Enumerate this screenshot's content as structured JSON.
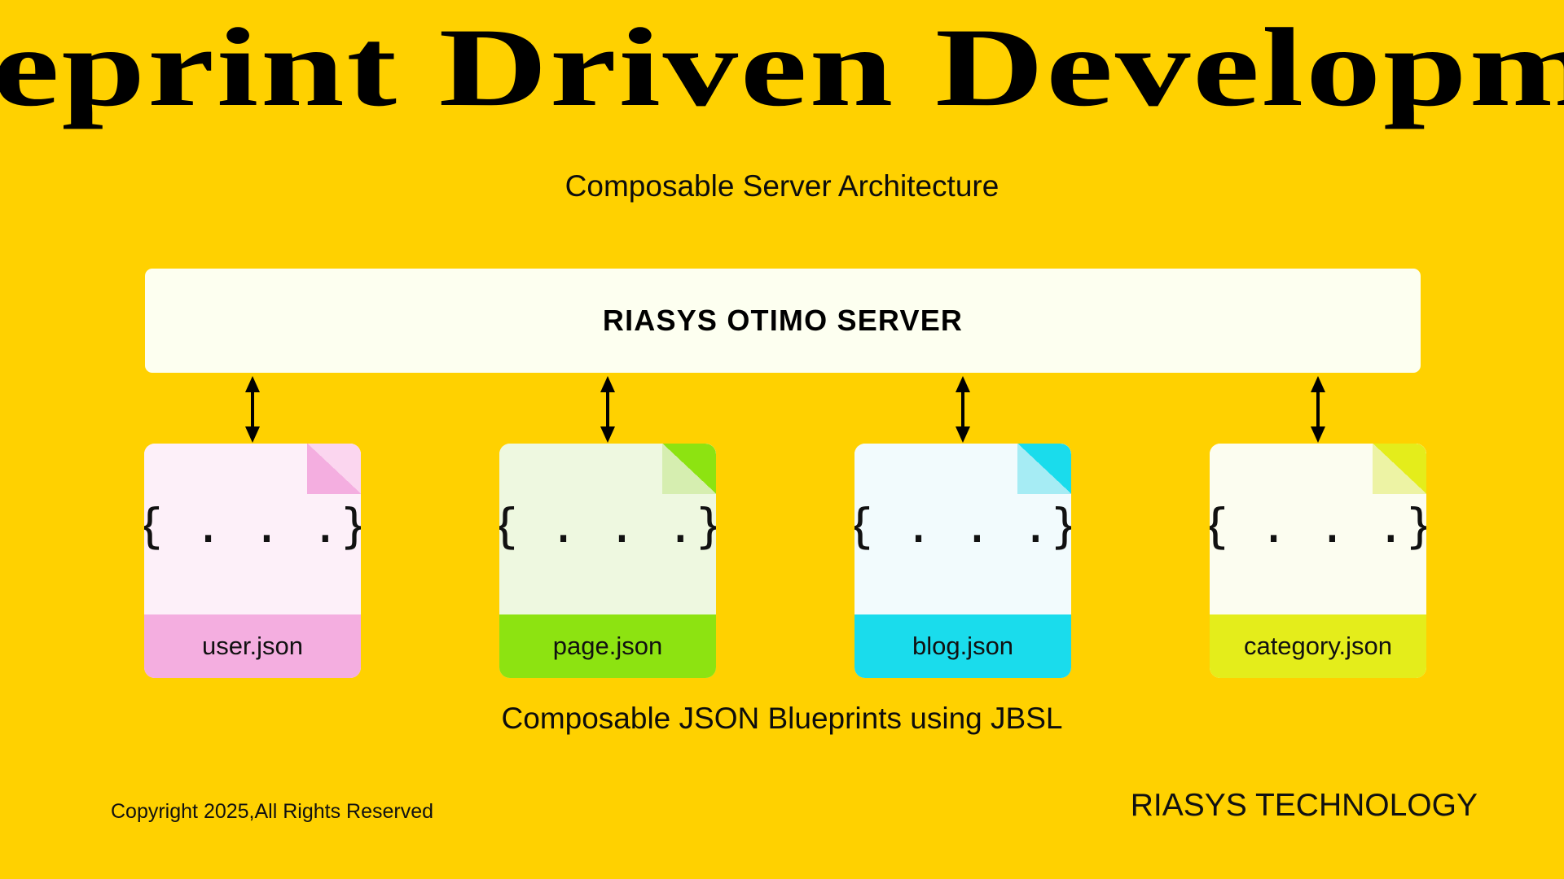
{
  "theme": {
    "background": "#FFD100",
    "banner_bg": "#FDFFF0",
    "text": "#000000"
  },
  "header": {
    "title": "Blueprint  Driven  Development",
    "subtitle": "Composable Server Architecture"
  },
  "server": {
    "label": "RIASYS OTIMO SERVER"
  },
  "connectors": [
    {
      "name": "connector-user",
      "icon": "double-arrow-vertical-icon"
    },
    {
      "name": "connector-page",
      "icon": "double-arrow-vertical-icon"
    },
    {
      "name": "connector-blog",
      "icon": "double-arrow-vertical-icon"
    },
    {
      "name": "connector-category",
      "icon": "double-arrow-vertical-icon"
    }
  ],
  "cards": [
    {
      "filename": "user.json",
      "preview": "{ . . .}",
      "body_color": "#FDF0F9",
      "footer_color": "#F4AEE0",
      "fold_top_color": "#F4AEE0",
      "fold_bottom_color": "#FBD6EF",
      "icon": "json-file-icon"
    },
    {
      "filename": "page.json",
      "preview": "{ . . .}",
      "body_color": "#EEF8E0",
      "footer_color": "#8DE311",
      "fold_top_color": "#D6EEB0",
      "fold_bottom_color": "#8DE311",
      "icon": "json-file-icon"
    },
    {
      "filename": "blog.json",
      "preview": "{ . . .}",
      "body_color": "#F2FBFD",
      "footer_color": "#1ADCEC",
      "fold_top_color": "#A6ECF4",
      "fold_bottom_color": "#1ADCEC",
      "icon": "json-file-icon"
    },
    {
      "filename": "category.json",
      "preview": "{ . . .}",
      "body_color": "#FCFDF0",
      "footer_color": "#E4ED1B",
      "fold_top_color": "#EDF3A4",
      "fold_bottom_color": "#E4ED1B",
      "icon": "json-file-icon"
    }
  ],
  "caption": "Composable JSON Blueprints using JBSL",
  "footer": {
    "copyright": "Copyright 2025,All Rights Reserved",
    "brand": "RIASYS TECHNOLOGY"
  }
}
